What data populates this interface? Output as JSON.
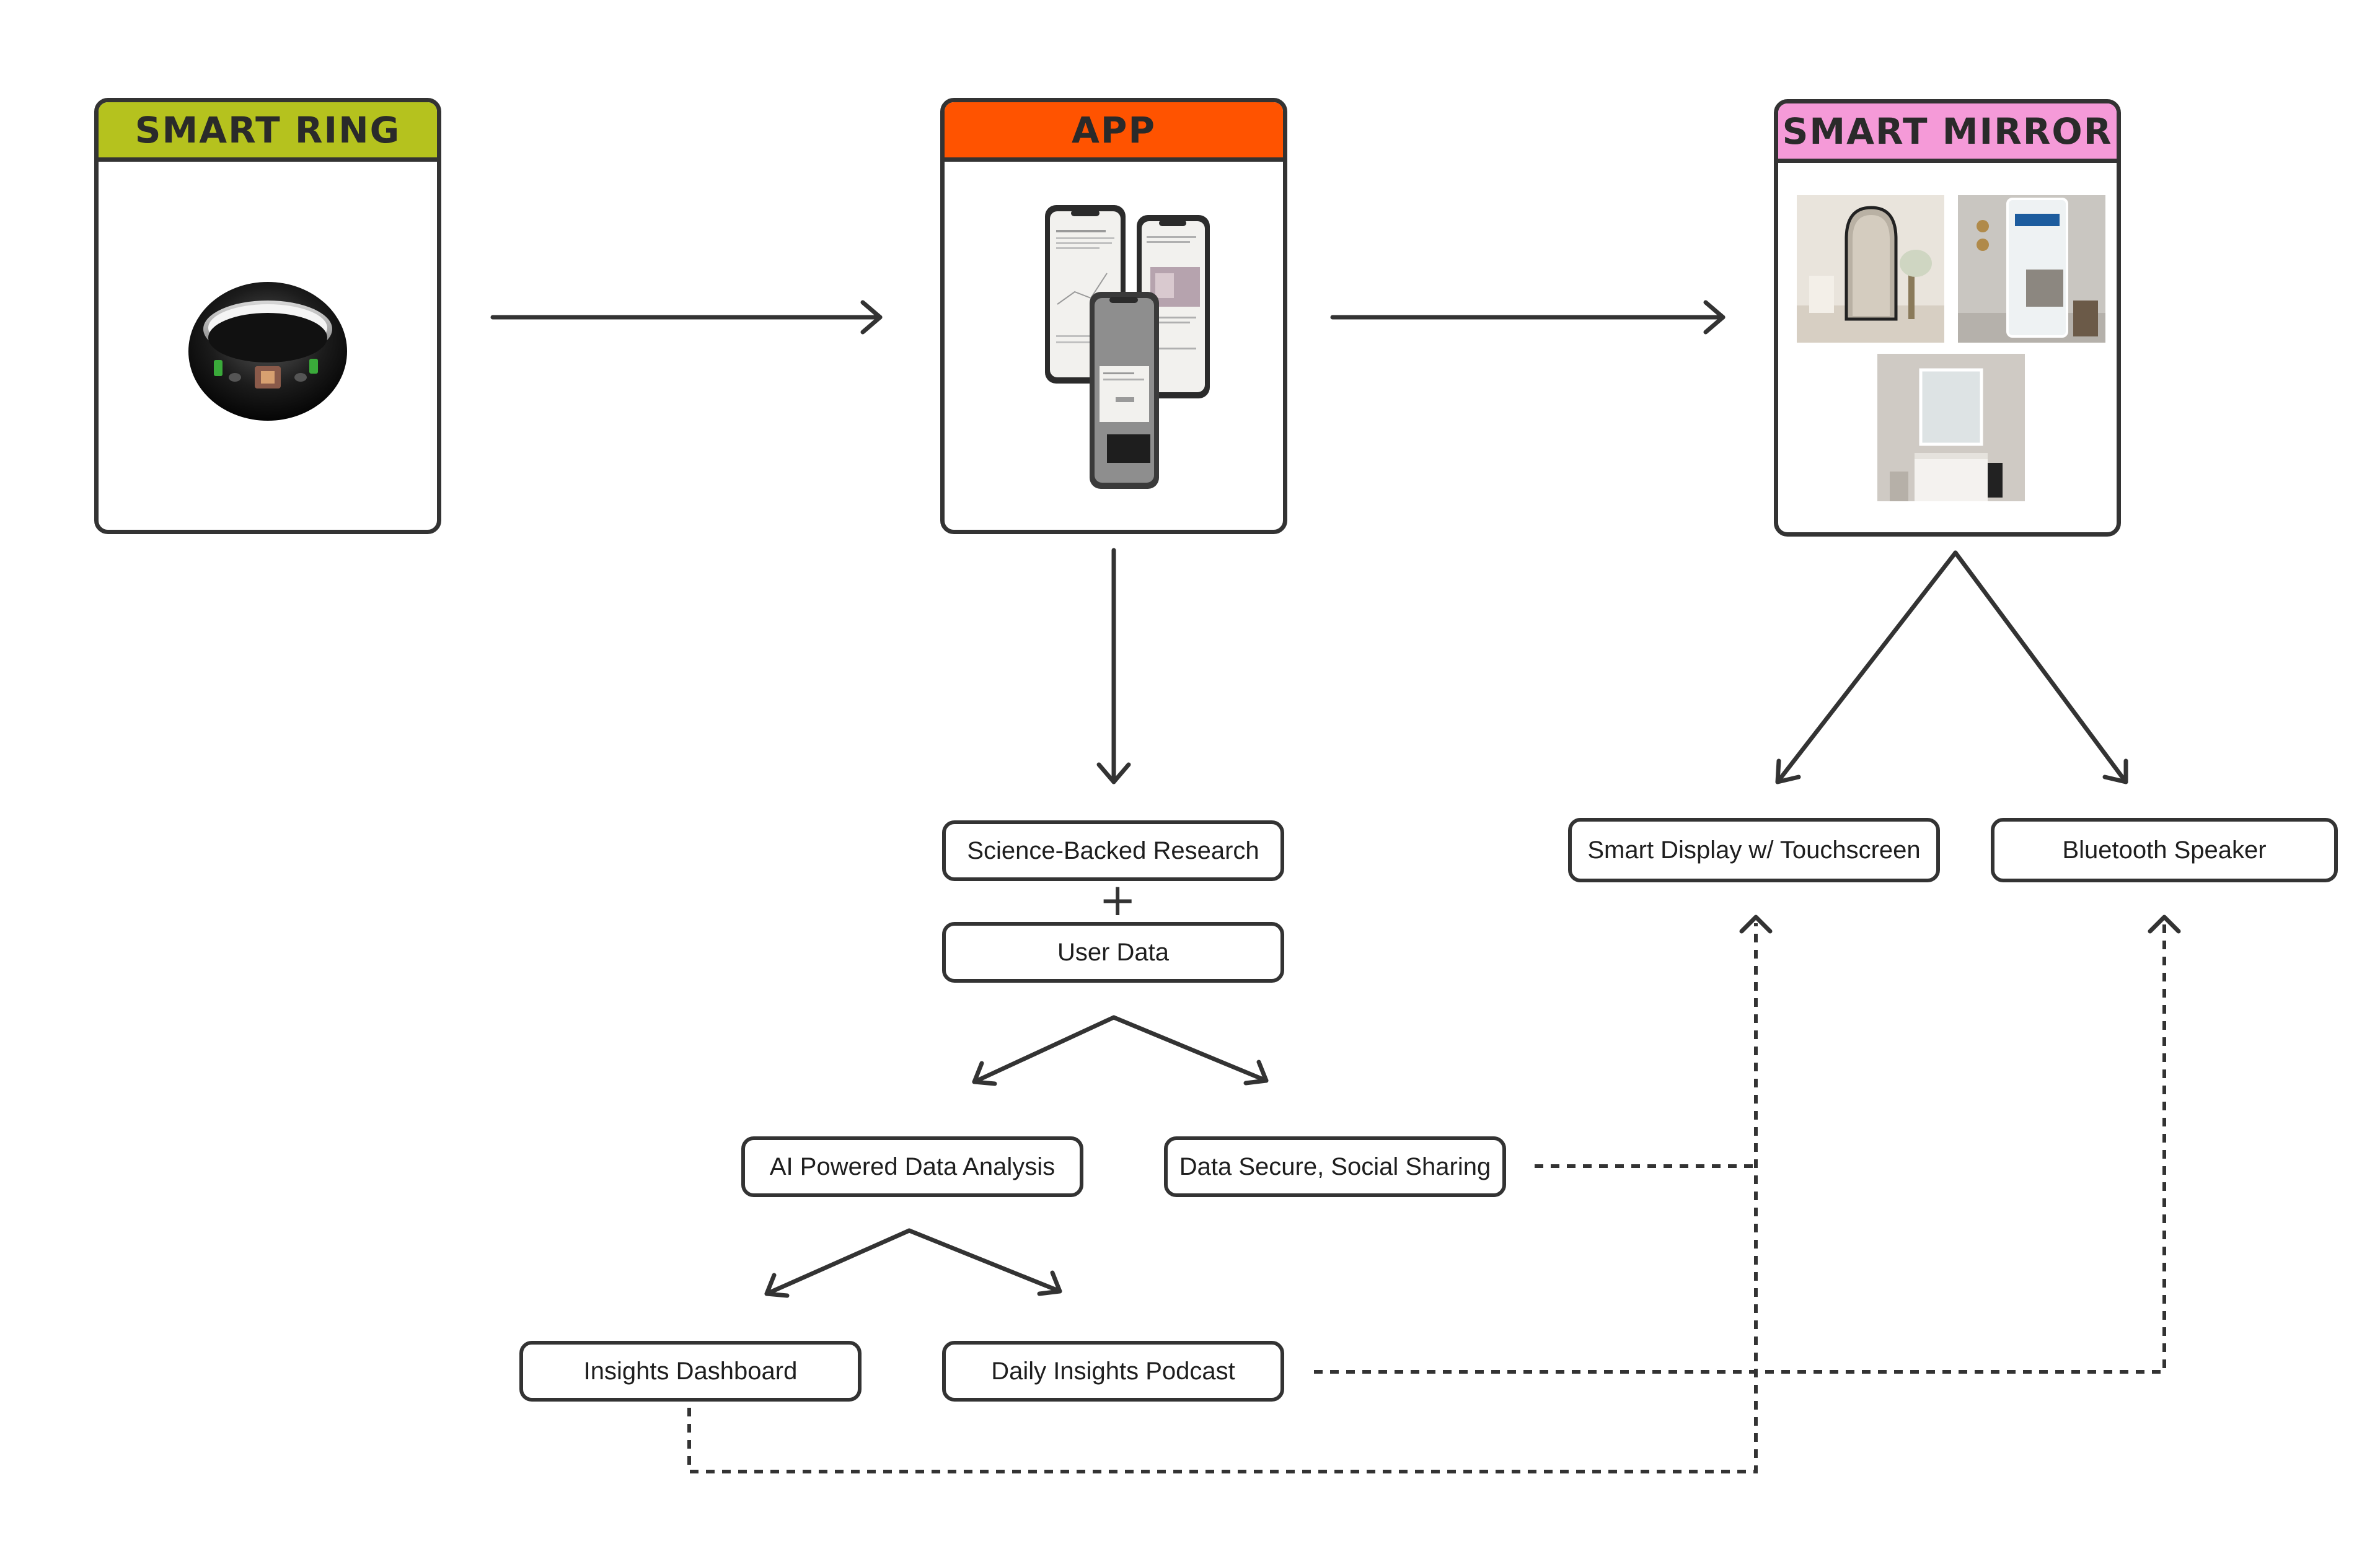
{
  "colors": {
    "stroke": "#333333",
    "ring_header": "#b5c21e",
    "app_header": "#ff5300",
    "mirror_header": "#f59ad8"
  },
  "cards": {
    "ring": {
      "title": "SMART RING",
      "image": "smart-ring-photo"
    },
    "app": {
      "title": "APP",
      "image": "app-phones-mockup"
    },
    "mirror": {
      "title": "SMART MIRROR",
      "images": [
        "arched-floor-mirror",
        "led-display-mirror",
        "bathroom-mirror"
      ]
    }
  },
  "nodes": {
    "research": "Science-Backed Research",
    "plus": "+",
    "user_data": "User Data",
    "ai_analysis": "AI Powered Data Analysis",
    "data_secure": "Data Secure, Social Sharing",
    "insights_dashboard": "Insights Dashboard",
    "daily_podcast": "Daily Insights Podcast",
    "smart_display": "Smart Display w/ Touchscreen",
    "bluetooth_speaker": "Bluetooth Speaker"
  }
}
